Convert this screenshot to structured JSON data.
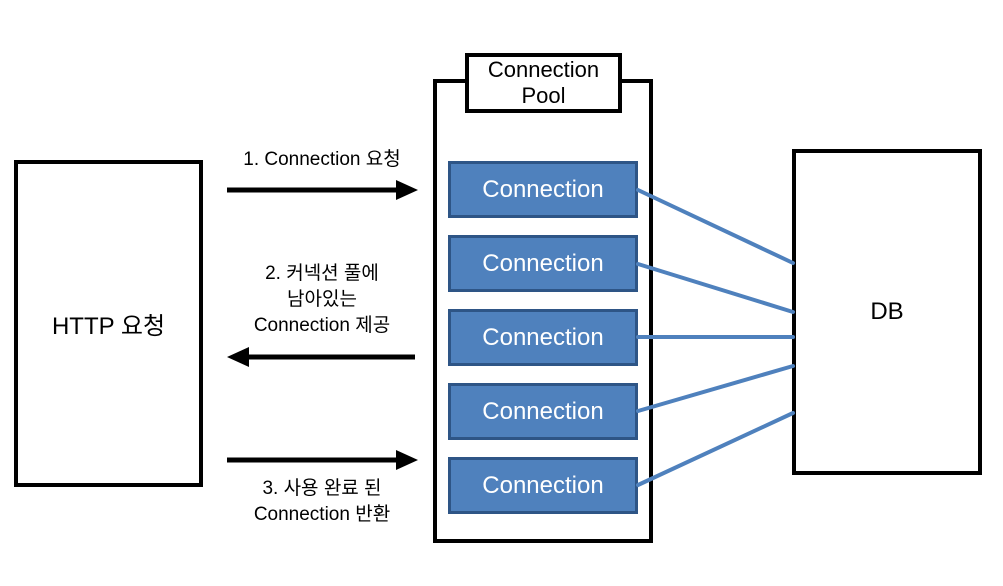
{
  "colors": {
    "background": "#FFFFFF",
    "box_border": "#000000",
    "arrow_color": "#000000",
    "connection_fill": "#4F81BD",
    "connection_border": "#2E5586",
    "connector_line": "#4F81BD"
  },
  "nodes": {
    "http_request": {
      "label": "HTTP 요청"
    },
    "pool": {
      "title": "Connection Pool",
      "connections": [
        {
          "label": "Connection"
        },
        {
          "label": "Connection"
        },
        {
          "label": "Connection"
        },
        {
          "label": "Connection"
        },
        {
          "label": "Connection"
        }
      ]
    },
    "db": {
      "label": "DB"
    }
  },
  "arrows": [
    {
      "direction": "right",
      "lines": [
        "1. Connection 요청"
      ]
    },
    {
      "direction": "left",
      "lines": [
        "2. 커넥션 풀에",
        "남아있는",
        "Connection 제공"
      ]
    },
    {
      "direction": "right",
      "lines": [
        "3. 사용 완료 된",
        "Connection 반환"
      ]
    }
  ]
}
